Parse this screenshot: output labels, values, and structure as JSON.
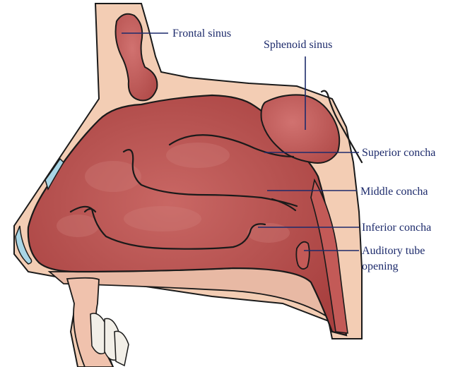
{
  "labels": {
    "frontal_sinus": "Frontal sinus",
    "sphenoid_sinus": "Sphenoid sinus",
    "superior_concha": "Superior concha",
    "middle_concha": "Middle concha",
    "inferior_concha": "Inferior concha",
    "auditory_tube_line1": "Auditory tube",
    "auditory_tube_line2": "opening"
  },
  "colors": {
    "skin": "#f3cdb4",
    "tissue": "#b24a4c",
    "tissue_light": "#cd6f6c",
    "sinus": "#c8605d",
    "cartilage": "#a9d6e6",
    "label_ink": "#1c2a6b",
    "outline": "#1a1a1a",
    "teeth": "#f2efe8"
  }
}
